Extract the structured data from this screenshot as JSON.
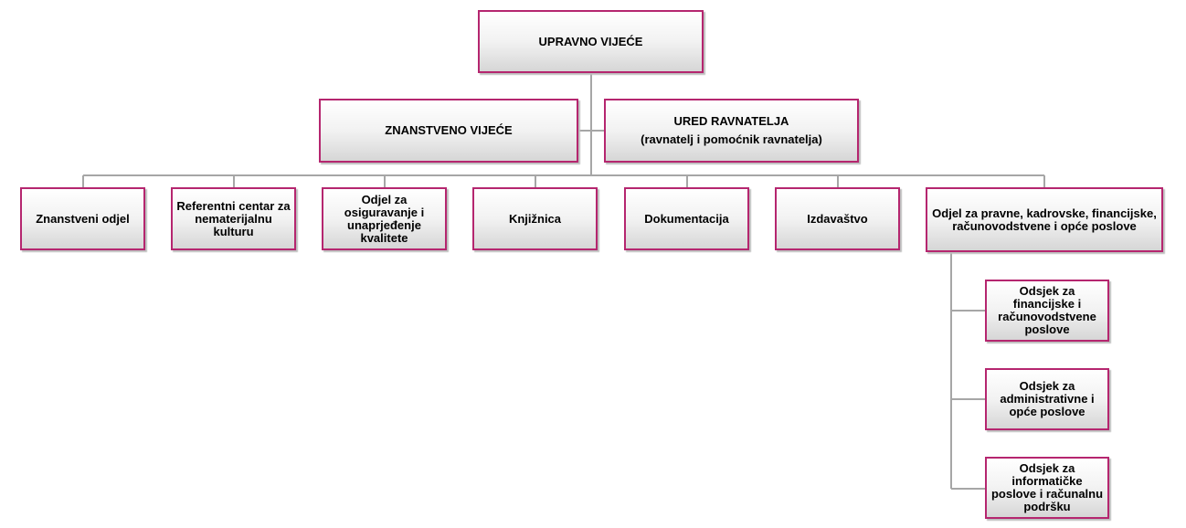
{
  "nodes": {
    "upravno": {
      "label": "UPRAVNO VIJEĆE"
    },
    "znanstveno_vijece": {
      "label": "ZNANSTVENO VIJEĆE"
    },
    "ured": {
      "label": "URED RAVNATELJA",
      "sublabel": "(ravnatelj i pomoćnik ravnatelja)"
    },
    "znanstveni_odjel": {
      "label": "Znanstveni odjel"
    },
    "referentni_centar": {
      "label": "Referentni centar za nematerijalnu kulturu"
    },
    "odjel_kvaliteta": {
      "label": "Odjel za osiguravanje i unaprjeđenje kvalitete"
    },
    "knjiznica": {
      "label": "Knjižnica"
    },
    "dokumentacija": {
      "label": "Dokumentacija"
    },
    "izdavastvo": {
      "label": "Izdavaštvo"
    },
    "odjel_pravni": {
      "label": "Odjel za pravne, kadrovske, financijske, računovodstvene i opće poslove"
    },
    "odsjek_financije": {
      "label": "Odsjek za financijske i računovodstvene poslove"
    },
    "odsjek_administracija": {
      "label": "Odsjek za administrativne i opće poslove"
    },
    "odsjek_informatika": {
      "label": "Odsjek za informatičke poslove i računalnu podršku"
    }
  },
  "colors": {
    "box_border": "#b5266f",
    "connector": "#a6a6a6"
  }
}
